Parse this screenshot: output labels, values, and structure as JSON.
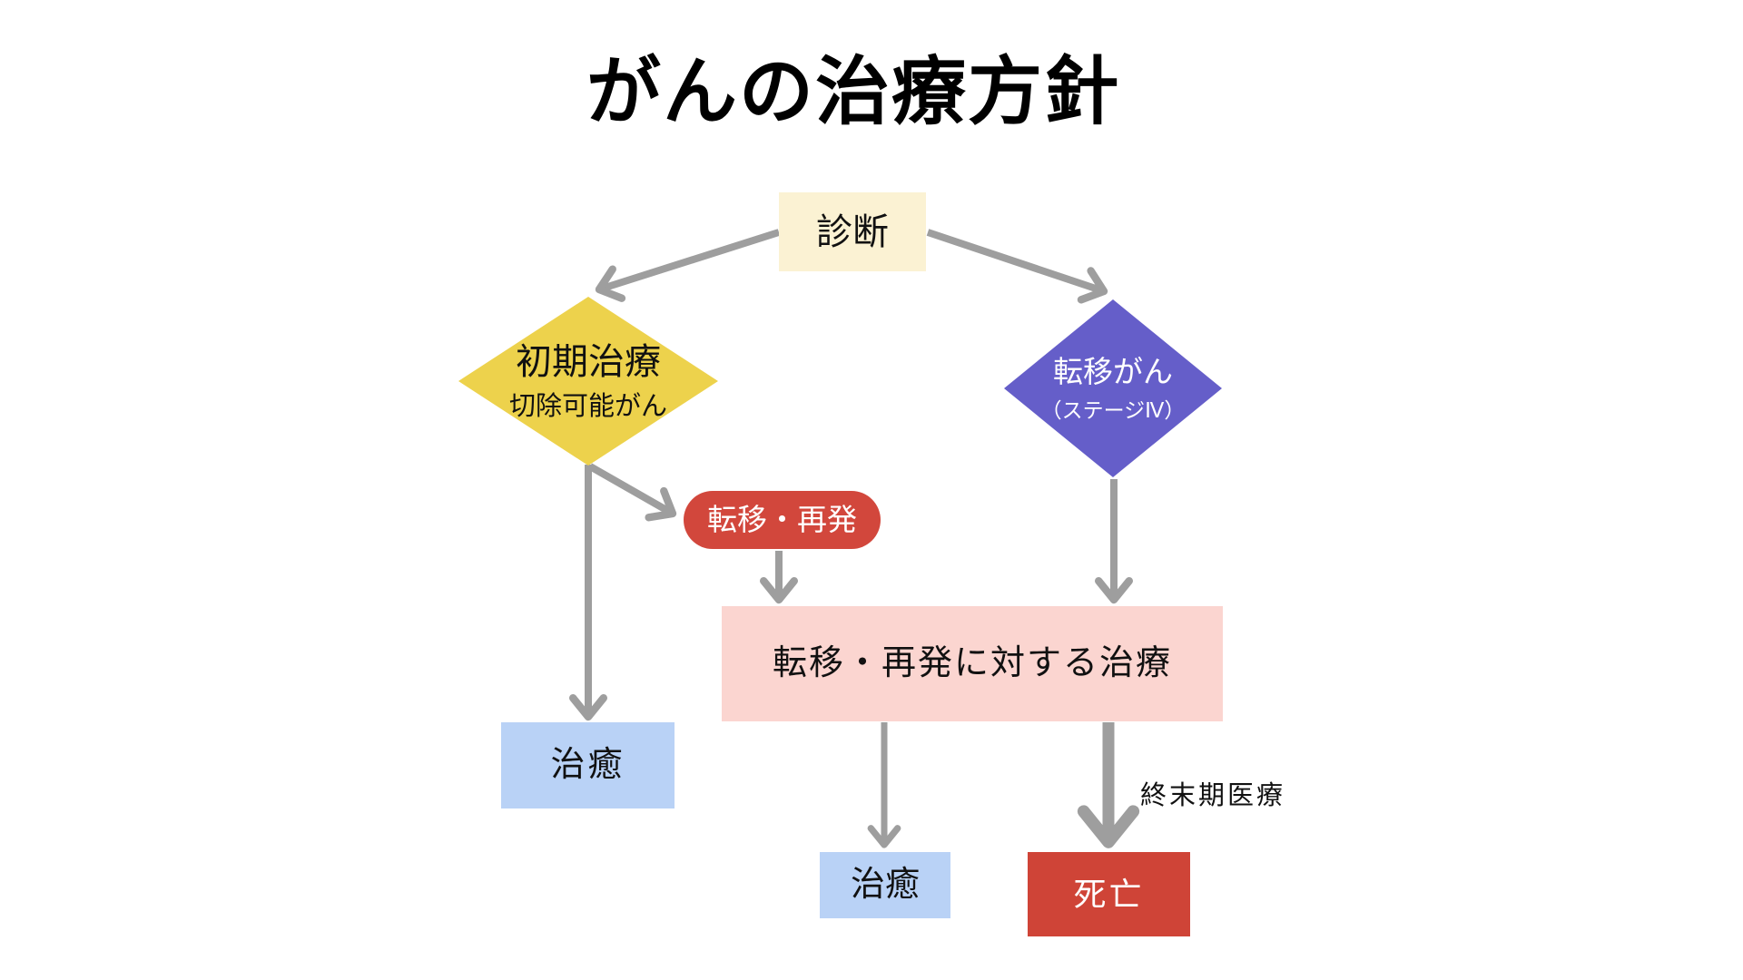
{
  "title": "がんの治療方針",
  "colors": {
    "diagnosis-bg": "#FBF2D3",
    "initial-bg": "#EDD24C",
    "metastatic-bg": "#655EC9",
    "recurrence-bg": "#D2473C",
    "recurrence-treatment-bg": "#FBD5D0",
    "cure-bg": "#B9D2F6",
    "death-bg": "#CF4437",
    "arrow": "#9E9E9E",
    "text-dark": "#111111",
    "text-light": "#FFFFFF"
  },
  "nodes": {
    "diagnosis": {
      "label": "診断"
    },
    "initial_treatment": {
      "label": "初期治療",
      "sublabel": "切除可能がん"
    },
    "metastatic_cancer": {
      "label": "転移がん",
      "sublabel": "（ステージⅣ）"
    },
    "metastasis_recurrence": {
      "label": "転移・再発"
    },
    "recurrence_treatment": {
      "label": "転移・再発に対する治療"
    },
    "cure_initial": {
      "label": "治癒"
    },
    "cure_recurrence": {
      "label": "治癒"
    },
    "death": {
      "label": "死亡"
    },
    "terminal_care_note": {
      "label": "終末期医療"
    }
  },
  "edges": [
    {
      "from": "diagnosis",
      "to": "initial_treatment"
    },
    {
      "from": "diagnosis",
      "to": "metastatic_cancer"
    },
    {
      "from": "initial_treatment",
      "to": "cure_initial"
    },
    {
      "from": "initial_treatment",
      "to": "metastasis_recurrence"
    },
    {
      "from": "metastasis_recurrence",
      "to": "recurrence_treatment"
    },
    {
      "from": "metastatic_cancer",
      "to": "recurrence_treatment"
    },
    {
      "from": "recurrence_treatment",
      "to": "cure_recurrence"
    },
    {
      "from": "recurrence_treatment",
      "to": "death",
      "label": "終末期医療"
    }
  ]
}
